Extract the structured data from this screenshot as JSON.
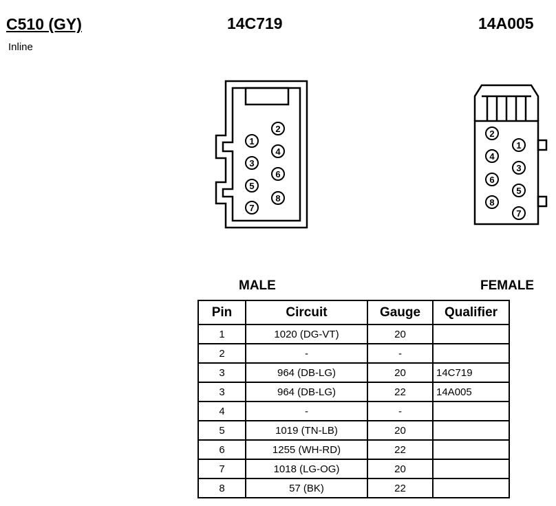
{
  "header": {
    "connector_title": "C510 (GY)",
    "connector_subtitle": "Inline",
    "part_number_male": "14C719",
    "part_number_female": "14A005"
  },
  "views": {
    "male_label": "MALE",
    "female_label": "FEMALE",
    "male_pins": [
      "1",
      "2",
      "3",
      "4",
      "5",
      "6",
      "7",
      "8"
    ],
    "female_pins": [
      "1",
      "2",
      "3",
      "4",
      "5",
      "6",
      "7",
      "8"
    ]
  },
  "pin_table": {
    "headers": [
      "Pin",
      "Circuit",
      "Gauge",
      "Qualifier"
    ],
    "rows": [
      {
        "pin": "1",
        "circuit": "1020 (DG-VT)",
        "gauge": "20",
        "qualifier": ""
      },
      {
        "pin": "2",
        "circuit": "-",
        "gauge": "-",
        "qualifier": ""
      },
      {
        "pin": "3",
        "circuit": "964 (DB-LG)",
        "gauge": "20",
        "qualifier": "14C719"
      },
      {
        "pin": "3",
        "circuit": "964 (DB-LG)",
        "gauge": "22",
        "qualifier": "14A005"
      },
      {
        "pin": "4",
        "circuit": "-",
        "gauge": "-",
        "qualifier": ""
      },
      {
        "pin": "5",
        "circuit": "1019 (TN-LB)",
        "gauge": "20",
        "qualifier": ""
      },
      {
        "pin": "6",
        "circuit": "1255 (WH-RD)",
        "gauge": "22",
        "qualifier": ""
      },
      {
        "pin": "7",
        "circuit": "1018 (LG-OG)",
        "gauge": "20",
        "qualifier": ""
      },
      {
        "pin": "8",
        "circuit": "57 (BK)",
        "gauge": "22",
        "qualifier": ""
      }
    ]
  }
}
